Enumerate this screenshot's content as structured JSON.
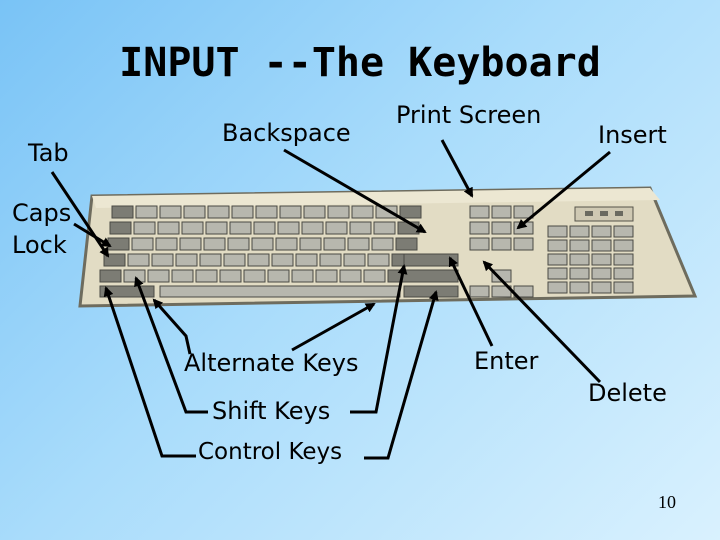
{
  "slide": {
    "title": "INPUT --The Keyboard",
    "page_number": "10"
  },
  "labels": {
    "tab": "Tab",
    "backspace": "Backspace",
    "print_screen": "Print Screen",
    "insert": "Insert",
    "caps_lock_line1": "Caps",
    "caps_lock_line2": "Lock",
    "alternate_keys": "Alternate Keys",
    "shift_keys": "Shift Keys",
    "control_keys": "Control Keys",
    "enter": "Enter",
    "delete": "Delete"
  },
  "colors": {
    "keyboard_body": "#e2dcc4",
    "keyboard_edge": "#6e6c5e",
    "key_face": "#b7b7ae",
    "key_dark": "#7c7c74",
    "arrow": "#000000"
  }
}
